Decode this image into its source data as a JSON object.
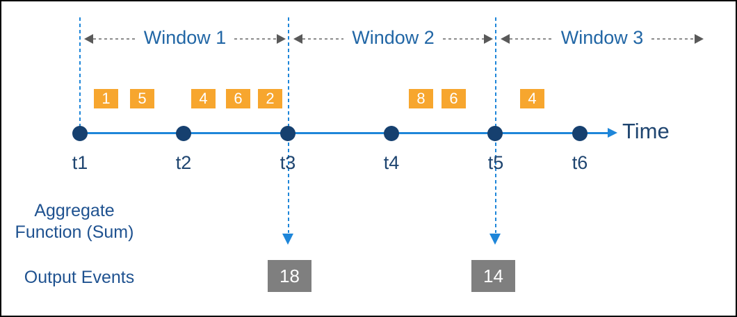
{
  "windows": [
    {
      "label": "Window 1"
    },
    {
      "label": "Window 2"
    },
    {
      "label": "Window 3"
    }
  ],
  "timeline": {
    "ticks": [
      "t1",
      "t2",
      "t3",
      "t4",
      "t5",
      "t6"
    ],
    "axis_label": "Time"
  },
  "events": [
    {
      "value": "1"
    },
    {
      "value": "5"
    },
    {
      "value": "4"
    },
    {
      "value": "6"
    },
    {
      "value": "2"
    },
    {
      "value": "8"
    },
    {
      "value": "6"
    },
    {
      "value": "4"
    }
  ],
  "aggregate": {
    "line1": "Aggregate",
    "line2": "Function (Sum)"
  },
  "output": {
    "label": "Output Events",
    "values": [
      {
        "value": "18"
      },
      {
        "value": "14"
      }
    ]
  },
  "colors": {
    "timeline_blue": "#1E86D9",
    "dot_navy": "#16406F",
    "event_orange": "#F7A62E",
    "output_gray": "#7F7F7F",
    "dash_gray": "#8C8C8C",
    "window_label_blue": "#2166A5",
    "tick_label_navy": "#1F4570",
    "side_label_blue": "#1F5290"
  }
}
